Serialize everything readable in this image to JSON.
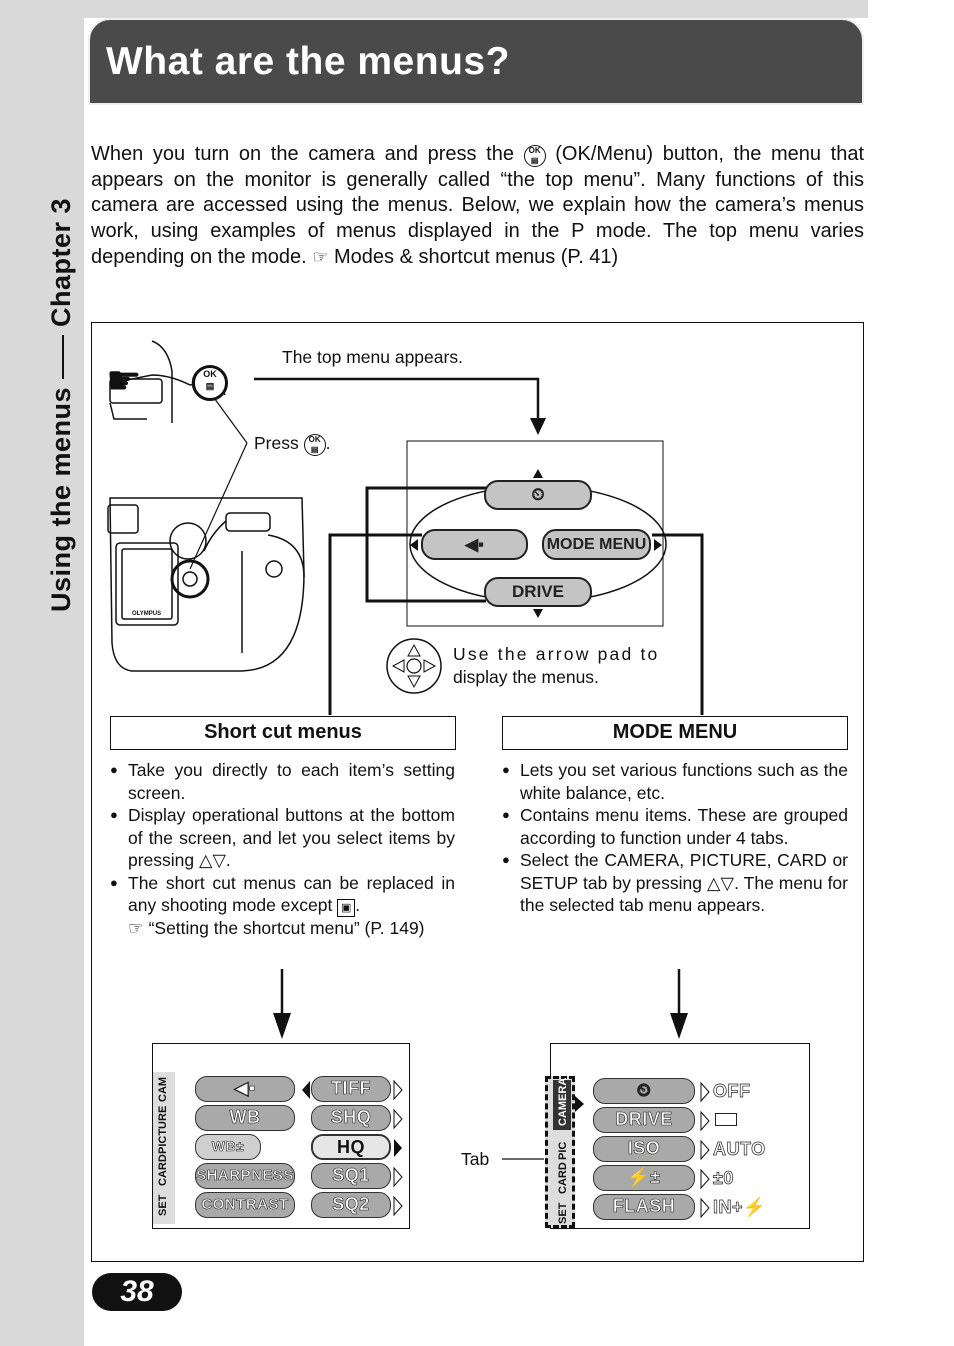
{
  "page": {
    "title": "What are the menus?",
    "side_label_left": "Using the menus",
    "side_label_right": "Chapter 3",
    "page_number": "38"
  },
  "intro": {
    "part1": "When you turn on the camera and press the",
    "ok_icon": "OK",
    "part2": "(OK/Menu) button, the menu that appears on the monitor is generally called “the top menu”. Many functions of this camera are accessed using the menus. Below, we explain how the camera’s menus work, using examples of menus displayed in the P mode. The top menu varies depending on the mode.",
    "part3": "Modes & shortcut menus (P. 41)"
  },
  "diagram": {
    "top_menu_appears": "The top menu appears.",
    "press_label": "Press",
    "press_suffix": ".",
    "camera_brand": "OLYMPUS",
    "top_menu": {
      "top_icon": "self-timer-icon",
      "left_icon": "quality-icon",
      "right_label": "MODE MENU",
      "bottom_label": "DRIVE"
    },
    "arrow_pad_text_1": "Use the arrow pad to",
    "arrow_pad_text_2": "display the menus."
  },
  "shortcut": {
    "heading": "Short cut menus",
    "bullets": [
      "Take you directly to each item’s setting screen.",
      "Display operational buttons at the bottom of the screen, and let you select items by pressing △▽.",
      "The short cut menus can be replaced in any shooting mode except",
      "“Setting the shortcut menu” (P. 149)"
    ],
    "bullet3_tail": "."
  },
  "modemenu": {
    "heading": "MODE MENU",
    "bullets": [
      "Lets you set various functions such as the white balance, etc.",
      "Contains menu items. These are grouped according to function under 4 tabs.",
      "Select the CAMERA, PICTURE, CARD or SETUP tab by pressing △▽. The menu for the selected tab menu appears."
    ]
  },
  "screen_left": {
    "tabs": [
      "CAM",
      "PICTURE",
      "CARD",
      "SET"
    ],
    "items": [
      "",
      "WB",
      "WB±",
      "SHARPNESS",
      "CONTRAST"
    ],
    "values": [
      "TIFF",
      "SHQ",
      "HQ",
      "SQ1",
      "SQ2"
    ]
  },
  "screen_right": {
    "tab_label": "Tab",
    "tabs": [
      "CAMERA",
      "PIC",
      "CARD",
      "SET"
    ],
    "items": [
      "",
      "DRIVE",
      "ISO",
      "",
      "FLASH"
    ],
    "values": [
      "OFF",
      "",
      "AUTO",
      "±0",
      "IN+"
    ]
  },
  "colors": {
    "title_bg": "#4a4a4a",
    "sidebar_bg": "#d9d9d9"
  }
}
